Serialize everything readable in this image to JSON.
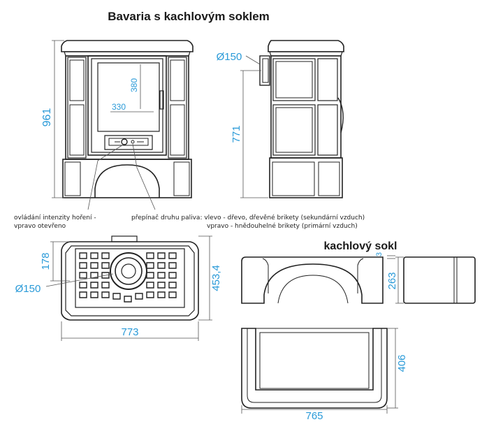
{
  "title": "Bavaria s kachlovým soklem",
  "subtitle": "kachlový sokl",
  "dims": {
    "front_height": "961",
    "door_h": "380",
    "door_w": "330",
    "side_flue": "Ø150",
    "side_height": "771",
    "top_depth": "178",
    "top_flue": "Ø150",
    "top_total": "453,4",
    "top_width": "773",
    "sokl_gap": "3",
    "sokl_height": "263",
    "sokl_depth": "406",
    "sokl_width": "765"
  },
  "notes": {
    "left_1": "ovládání intenzity hoření -",
    "left_2": "vpravo otevřeno",
    "right_1": "přepínač druhu paliva: vlevo - dřevo, dřevěné brikety (sekundární vzduch)",
    "right_2": "vpravo - hnědouhelné brikety (primární vzduch)"
  },
  "colors": {
    "dimension": "#2a9ad8",
    "line": "#222222"
  }
}
